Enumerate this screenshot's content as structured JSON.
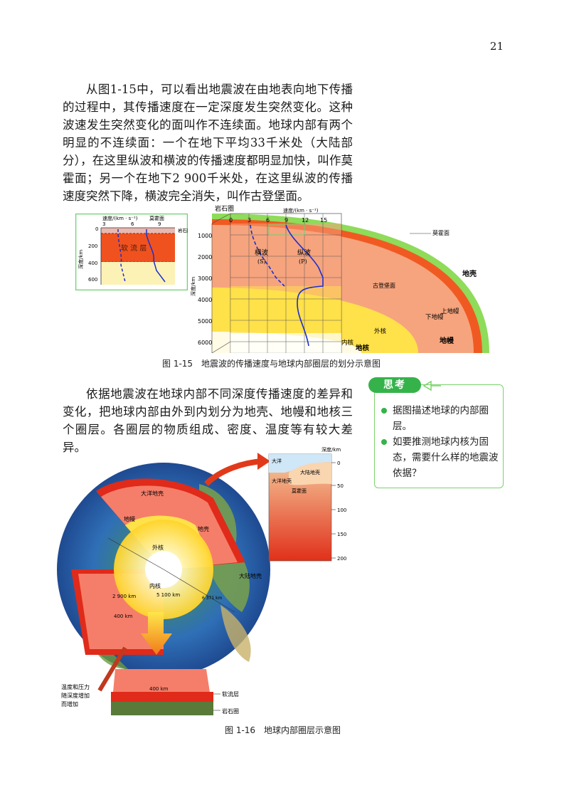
{
  "page_number": "21",
  "paragraph_1": "从图1-15中，可以看出地震波在由地表向地下传播的过程中，其传播速度在一定深度发生突然变化。这种波速发生突然变化的面叫作不连续面。地球内部有两个明显的不连续面：一个在地下平均33千米处（大陆部分），在这里纵波和横波的传播速度都明显加快，叫作莫霍面；另一个在地下2 900千米处，在这里纵波的传播速度突然下降，横波完全消失，叫作古登堡面。",
  "paragraph_2": "依据地震波在地球内部不同深度传播速度的差异和变化，把地球内部由外到内划分为地壳、地幔和地核三个圈层。各圈层的物质组成、密度、温度等有较大差异。",
  "figure_1_15": {
    "caption": "图 1-15　地震波的传播速度与地球内部圈层的划分示意图",
    "small": {
      "speed_label": "速度/(km · s⁻¹)",
      "moho": "莫霍面",
      "ticks_x": [
        "3",
        "6",
        "9"
      ],
      "ticks_y": [
        "0",
        "200",
        "400",
        "600"
      ],
      "depth_label": "深度/km",
      "lithosphere": "岩石圈",
      "asthenosphere": "软 流 层"
    },
    "main": {
      "lithosphere": "岩石圈",
      "speed_label": "速度/(km · s⁻¹)",
      "ticks_x": [
        "0",
        "3",
        "6",
        "9",
        "12",
        "15"
      ],
      "ticks_y": [
        "1000",
        "2000",
        "3000",
        "4000",
        "5000",
        "6000"
      ],
      "depth_label": "深度/km",
      "s_wave": "横波",
      "s_wave_sym": "(S)",
      "p_wave": "纵波",
      "p_wave_sym": "(P)",
      "moho": "莫霍面",
      "gutenberg": "古登堡面",
      "crust": "地壳",
      "upper_mantle": "上地幔",
      "lower_mantle": "下地幔",
      "mantle": "地幔",
      "outer_core": "外核",
      "inner_core": "内核",
      "core": "地核"
    }
  },
  "think": {
    "title": "思考",
    "items": [
      "据图描述地球的内部圈层。",
      "如要推测地球内核为固态，需要什么样的地震波依据？"
    ]
  },
  "figure_1_16": {
    "caption": "图 1-16　地球内部圈层示意图",
    "oceanic_crust": "大洋地壳",
    "mantle": "地幔",
    "crust": "地壳",
    "outer_core": "外核",
    "inner_core": "内核",
    "continental_crust": "大陆地壳",
    "d2900": "2 900 km",
    "d5100": "5 100 km",
    "d6371": "6 371 km",
    "d400": "400 km",
    "d400b": "400 km",
    "asthenosphere": "软流层",
    "lithosphere": "岩石圈",
    "temp_note": [
      "温度和压力",
      "随深度增加",
      "而增加"
    ],
    "inset": {
      "depth_label": "深度/km",
      "ocean": "大洋",
      "continental_crust": "大陆地壳",
      "oceanic_crust": "大洋地壳",
      "moho": "莫霍面",
      "ticks": [
        "0",
        "50",
        "100",
        "150",
        "200"
      ]
    }
  }
}
